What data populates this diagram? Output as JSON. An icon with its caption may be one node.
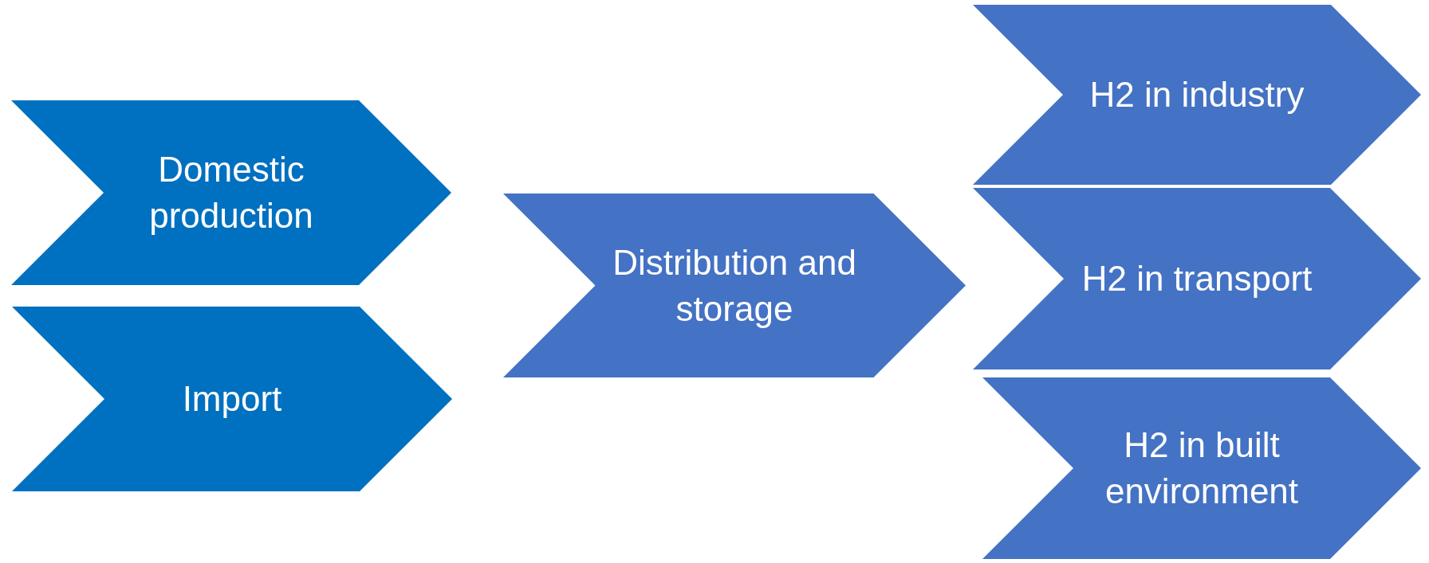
{
  "diagram": {
    "nodes": [
      {
        "text": [
          "Domestic production"
        ]
      },
      {
        "text": [
          "Import"
        ]
      },
      {
        "text": [
          "Distribution and storage"
        ]
      },
      {
        "text": [
          "H2 in industry"
        ]
      },
      {
        "text": [
          "H2 in transport"
        ]
      },
      {
        "text": [
          "H2 in built environment"
        ]
      }
    ]
  }
}
